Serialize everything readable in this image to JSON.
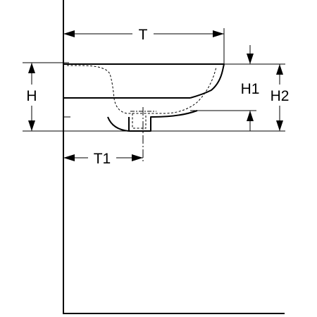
{
  "labels": {
    "T": "T",
    "T1": "T1",
    "H": "H",
    "H1": "H1",
    "H2": "H2"
  },
  "colors": {
    "line": "#000000",
    "background": "#ffffff"
  }
}
